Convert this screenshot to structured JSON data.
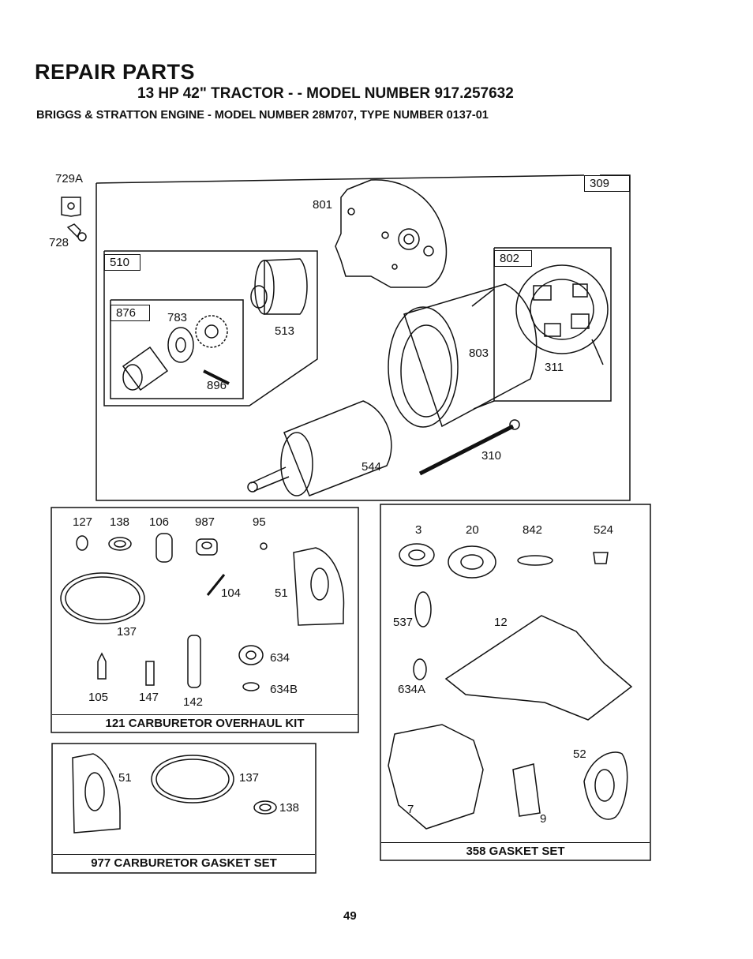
{
  "header": {
    "title": "REPAIR PARTS",
    "subtitle": "13 HP 42\" TRACTOR - - MODEL NUMBER 917.257632",
    "engine_line": "BRIGGS & STRATTON ENGINE - MODEL NUMBER 28M707, TYPE NUMBER 0137-01"
  },
  "starter": {
    "outer_tag": "309",
    "drive_tag": "510",
    "drive_kit_tag": "876",
    "brush_tag": "802",
    "parts": {
      "p729a": "729A",
      "p728": "728",
      "p801": "801",
      "p783": "783",
      "p513": "513",
      "p896": "896",
      "p803": "803",
      "p311": "311",
      "p544": "544",
      "p310": "310"
    }
  },
  "carb_kit": {
    "caption": "121 CARBURETOR OVERHAUL KIT",
    "parts": {
      "p127": "127",
      "p138": "138",
      "p106": "106",
      "p987": "987",
      "p95": "95",
      "p104": "104",
      "p51": "51",
      "p137": "137",
      "p634": "634",
      "p105": "105",
      "p147": "147",
      "p142": "142",
      "p634b": "634B"
    }
  },
  "carb_gasket": {
    "caption": "977 CARBURETOR GASKET SET",
    "parts": {
      "p51": "51",
      "p137": "137",
      "p138": "138"
    }
  },
  "gasket_set": {
    "caption": "358 GASKET SET",
    "parts": {
      "p3": "3",
      "p20": "20",
      "p842": "842",
      "p524": "524",
      "p537": "537",
      "p12": "12",
      "p634a": "634A",
      "p52": "52",
      "p7": "7",
      "p9": "9"
    }
  },
  "page_number": "49"
}
